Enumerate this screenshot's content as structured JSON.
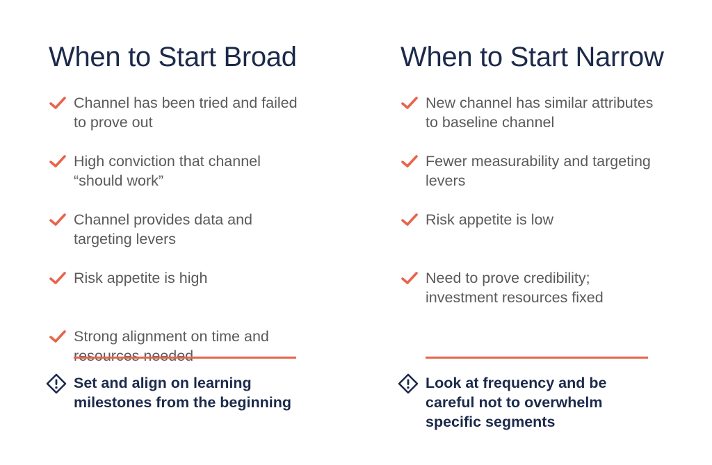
{
  "colors": {
    "title": "#1b2a4a",
    "body_text": "#5a5a5a",
    "accent": "#e8644a"
  },
  "left": {
    "title": "When to Start Broad",
    "items": [
      "Channel has been tried and failed to prove out",
      "High conviction that channel “should work”",
      "Channel provides data and targeting levers",
      "Risk appetite is high",
      "Strong alignment on time and resources needed"
    ],
    "note": "Set and align on learning milestones from the beginning"
  },
  "right": {
    "title": "When to Start Narrow",
    "items": [
      "New channel has similar attributes to baseline channel",
      "Fewer measurability and targeting levers",
      "Risk appetite is low",
      "Need to prove credibility; investment resources fixed"
    ],
    "note": "Look at frequency and be careful not to overwhelm specific segments"
  },
  "icons": {
    "item_marker": "check-icon",
    "note_marker": "diamond-alert-icon"
  }
}
